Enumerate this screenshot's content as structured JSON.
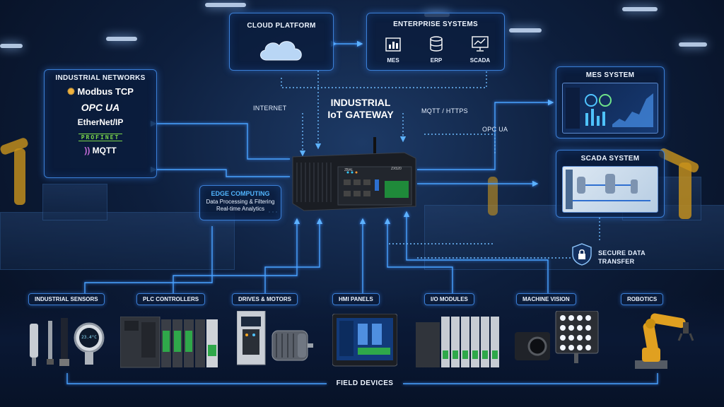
{
  "cloud": {
    "title": "CLOUD PLATFORM"
  },
  "enterprise": {
    "title": "ENTERPRISE SYSTEMS",
    "items": [
      "MES",
      "ERP",
      "SCADA"
    ]
  },
  "networks": {
    "title": "INDUSTRIAL NETWORKS",
    "items": [
      "Modbus TCP",
      "OPC UA",
      "EtherNet/IP",
      "PROFINET",
      "MQTT"
    ]
  },
  "gateway": {
    "title_line1": "INDUSTRIAL",
    "title_line2": "IoT GATEWAY",
    "brand": "ZBAL",
    "model": "ZX520"
  },
  "links": {
    "internet": "INTERNET",
    "mqtt_https": "MQTT / HTTPS",
    "opc_ua": "OPC UA"
  },
  "edge": {
    "title": "EDGE COMPUTING",
    "line1": "Data Processing & Filtering",
    "line2": "Real-time Analytics"
  },
  "mes_system": {
    "title": "MES SYSTEM"
  },
  "scada_system": {
    "title": "SCADA SYSTEM"
  },
  "secure": {
    "line1": "SECURE DATA",
    "line2": "TRANSFER"
  },
  "devices": [
    "INDUSTRIAL SENSORS",
    "PLC CONTROLLERS",
    "DRIVES & MOTORS",
    "HMI PANELS",
    "I/O MODULES",
    "MACHINE VISION",
    "ROBOTICS"
  ],
  "gauge_value": "23.4°C",
  "field_devices": "FIELD DEVICES",
  "colors": {
    "accent": "#3b7fd6",
    "line": "#4aa3ff",
    "robot": "#e0a020"
  }
}
